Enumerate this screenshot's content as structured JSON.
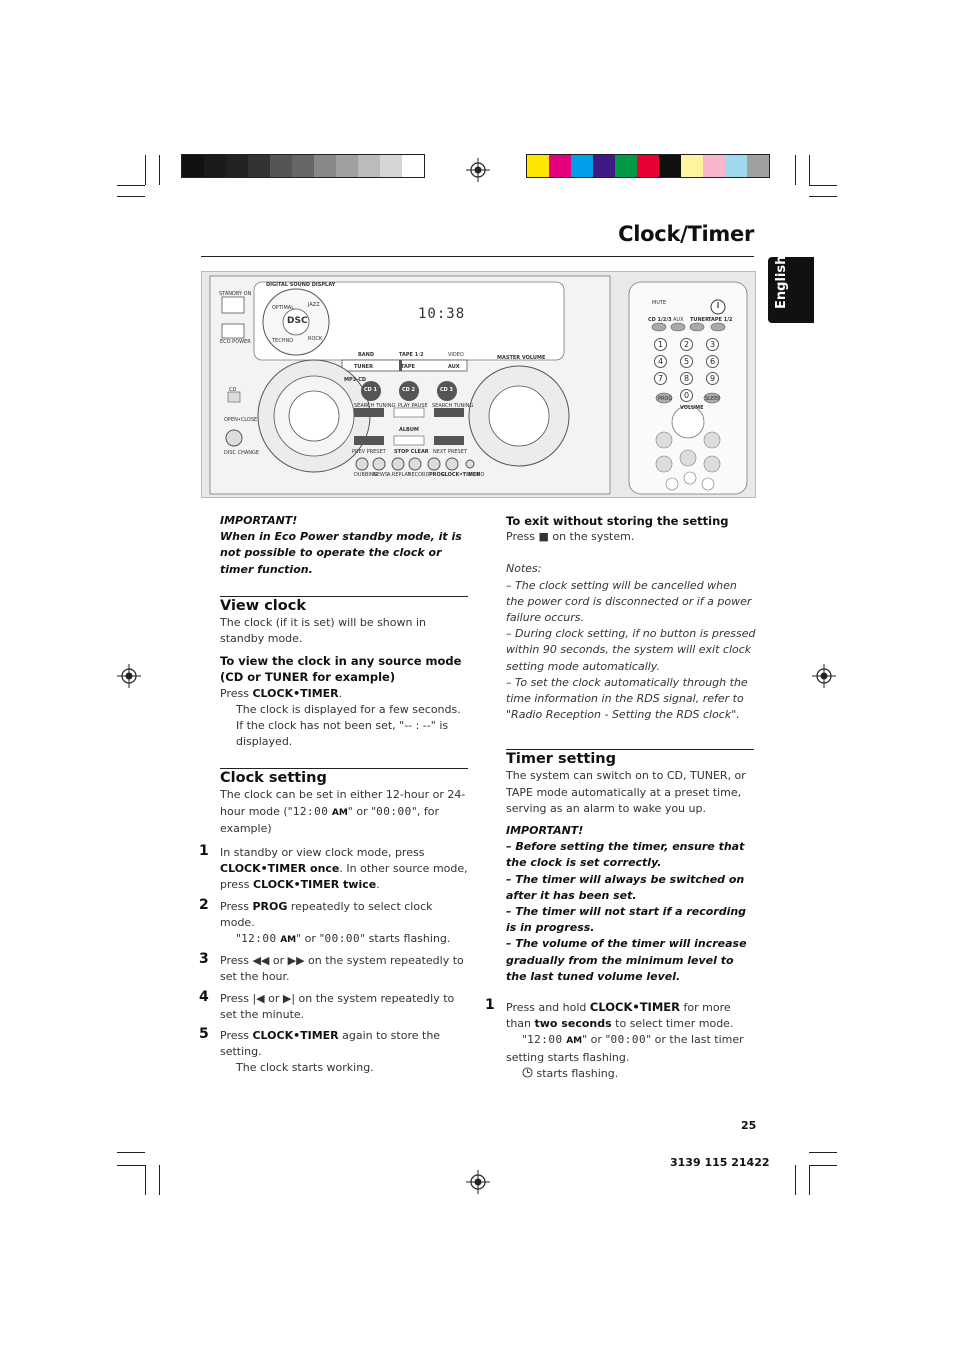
{
  "page": {
    "title": "Clock/Timer",
    "tab_label": "English",
    "page_number": "25",
    "doc_code": "3139 115 21422"
  },
  "colors": {
    "gray_swatches": [
      "#111111",
      "#1a1a1a",
      "#222222",
      "#333333",
      "#555555",
      "#666666",
      "#888888",
      "#a0a0a0",
      "#bbbbbb",
      "#d6d6d6",
      "#ffffff"
    ],
    "color_swatches": [
      "#ffe600",
      "#e5007e",
      "#00a0e9",
      "#3d1b82",
      "#009944",
      "#e60033",
      "#111111",
      "#fff3a0",
      "#f7b6cc",
      "#a0d8f0",
      "#a0a0a0"
    ]
  },
  "device": {
    "display_label": "DIGITAL SOUND DISPLAY",
    "clock": "10:38",
    "dsc_label": "DSC",
    "dsc_modes": [
      "OPTIMAL",
      "JAZZ",
      "ROCK",
      "TECHNO"
    ],
    "standby_label": "STANDBY ON",
    "eco_label": "ECO POWER",
    "cd_label": "CD",
    "open_close": "OPEN•CLOSE",
    "disc_change": "DISC CHANGE",
    "band_label": "BAND",
    "tape_label": "TAPE 1·2",
    "video_label": "VIDEO",
    "master_volume": "MASTER VOLUME",
    "source_buttons": [
      "TUNER",
      "TAPE",
      "AUX"
    ],
    "mp3cd": "MP3-CD",
    "cd_buttons": [
      "CD 1",
      "CD 2",
      "CD 3"
    ],
    "tuning_labels": [
      "SEARCH TUNING",
      "PLAY PAUSE",
      "SEARCH TUNING"
    ],
    "album_label": "ALBUM",
    "stop_label": "STOP CLEAR",
    "prev_label": "PREV PRESET",
    "next_label": "NEXT PRESET",
    "bottom_buttons": [
      "DUBBING",
      "NEWS",
      "A.REPLAY",
      "RECORD",
      "PROG",
      "CLOCK•TIMER",
      "DEMO"
    ]
  },
  "remote": {
    "mute": "MUTE",
    "sources": [
      "CD 1/2/3",
      "AUX",
      "TUNER",
      "TAPE 1/2"
    ],
    "digits": [
      "1",
      "2",
      "3",
      "4",
      "5",
      "6",
      "7",
      "8",
      "9",
      "0"
    ],
    "prog": "PROG",
    "sleep": "SLEEP",
    "volume": "VOLUME"
  },
  "left": {
    "important_label": "IMPORTANT!",
    "important_text": "When in Eco Power standby mode, it is not possible to operate the clock or timer function.",
    "view_clock": {
      "heading": "View clock",
      "intro": "The clock (if it is set) will be shown in standby mode.",
      "subhead": "To view the clock in any source mode (CD or TUNER for example)",
      "press": "Press ",
      "press_key": "CLOCK•TIMER",
      "press_end": ".",
      "result1": "The clock is displayed for a few seconds.",
      "result2": "If the clock has not been set, \"-- : --\" is displayed."
    },
    "clock_setting": {
      "heading": "Clock setting",
      "intro_a": "The clock can be set in either 12-hour or 24-hour mode (\"",
      "seg12": "12:00",
      "am": "AM",
      "intro_b": "\" or \"",
      "seg24": "00:00",
      "intro_c": "\", for example)",
      "steps": [
        {
          "n": "1",
          "a": "In standby or view clock mode, press ",
          "k1": "CLOCK•TIMER once",
          "b": ".  In other source mode, press ",
          "k2": "CLOCK•TIMER twice",
          "c": "."
        },
        {
          "n": "2",
          "a": "Press ",
          "k1": "PROG",
          "b": " repeatedly to select clock mode.",
          "c1": "\"",
          "c2": "\" or \"",
          "c3": "\" starts flashing."
        },
        {
          "n": "3",
          "a": "Press ◀◀ or ▶▶ on the system repeatedly to set the hour."
        },
        {
          "n": "4",
          "a": "Press |◀ or ▶| on the system repeatedly to set the minute."
        },
        {
          "n": "5",
          "a": "Press ",
          "k1": "CLOCK•TIMER",
          "b": " again to store the setting.",
          "c": "The clock starts working."
        }
      ]
    }
  },
  "right": {
    "exit_head": "To exit without storing the setting",
    "exit_text": "Press ■ on the system.",
    "notes_label": "Notes:",
    "notes": [
      "–  The clock setting will be cancelled when the power cord is disconnected or if a power failure occurs.",
      "–  During clock setting, if no button is pressed within 90 seconds, the system will exit clock setting mode automatically.",
      "–  To set the clock automatically through the time information in the RDS signal, refer to \"Radio Reception - Setting the RDS clock\"."
    ],
    "timer": {
      "heading": "Timer setting",
      "intro": "The system can switch on to CD, TUNER, or TAPE mode automatically at a preset time, serving as an alarm to wake you up.",
      "important_label": "IMPORTANT!",
      "important_items": [
        "–  Before setting the timer, ensure that the clock is set correctly.",
        "–  The timer will always be switched on after it has been set.",
        "–  The timer will not start if a recording is in progress.",
        "–  The volume of the timer will increase gradually from the minimum level to the last tuned volume level."
      ],
      "step1_n": "1",
      "step1_a": "Press and hold ",
      "step1_k": "CLOCK•TIMER",
      "step1_b": " for more than ",
      "step1_k2": "two seconds",
      "step1_c": " to select timer mode.",
      "step1_d1": "\"",
      "step1_d2": "\" or \"",
      "step1_d3": "\" or the last timer setting starts flashing.",
      "step1_e": " starts flashing."
    }
  }
}
